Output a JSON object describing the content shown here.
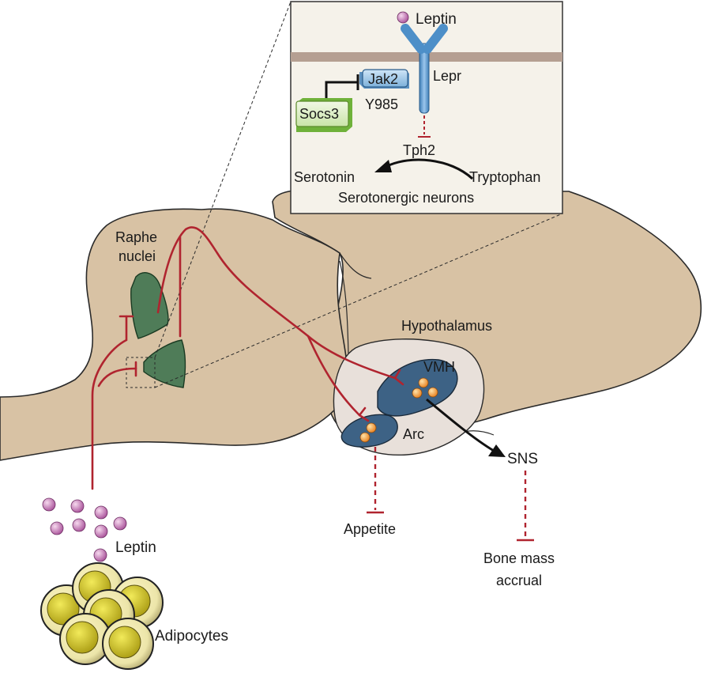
{
  "inset": {
    "ligand_label": "Leptin",
    "receptor_label": "Lepr",
    "kinase_label": "Jak2",
    "site_label": "Y985",
    "inhibitor_label": "Socs3",
    "enzyme_label": "Tph2",
    "product_label": "Serotonin",
    "substrate_label": "Tryptophan",
    "cell_label": "Serotonergic neurons"
  },
  "brain": {
    "raphe_label_line1": "Raphe",
    "raphe_label_line2": "nuclei",
    "hypothalamus_label": "Hypothalamus",
    "vmh_label": "VMH",
    "arc_label": "Arc"
  },
  "outputs": {
    "sns_label": "SNS",
    "appetite_label": "Appetite",
    "bone_label_line1": "Bone mass",
    "bone_label_line2": "accrual"
  },
  "periphery": {
    "leptin_label": "Leptin",
    "adipocytes_label": "Adipocytes"
  },
  "colors": {
    "brain_fill": "#d8c2a4",
    "nucleus_green": "#4f7c58",
    "nucleus_blue": "#3d6285",
    "axon_red": "#b0242f",
    "hypothalamus_fill": "#e8e0da",
    "leptin_purple": "#b05fa0",
    "adipocyte_yellow": "#e7d44c",
    "jak2_blue": "#8fbce2",
    "socs3_green": "#8fc74a"
  }
}
